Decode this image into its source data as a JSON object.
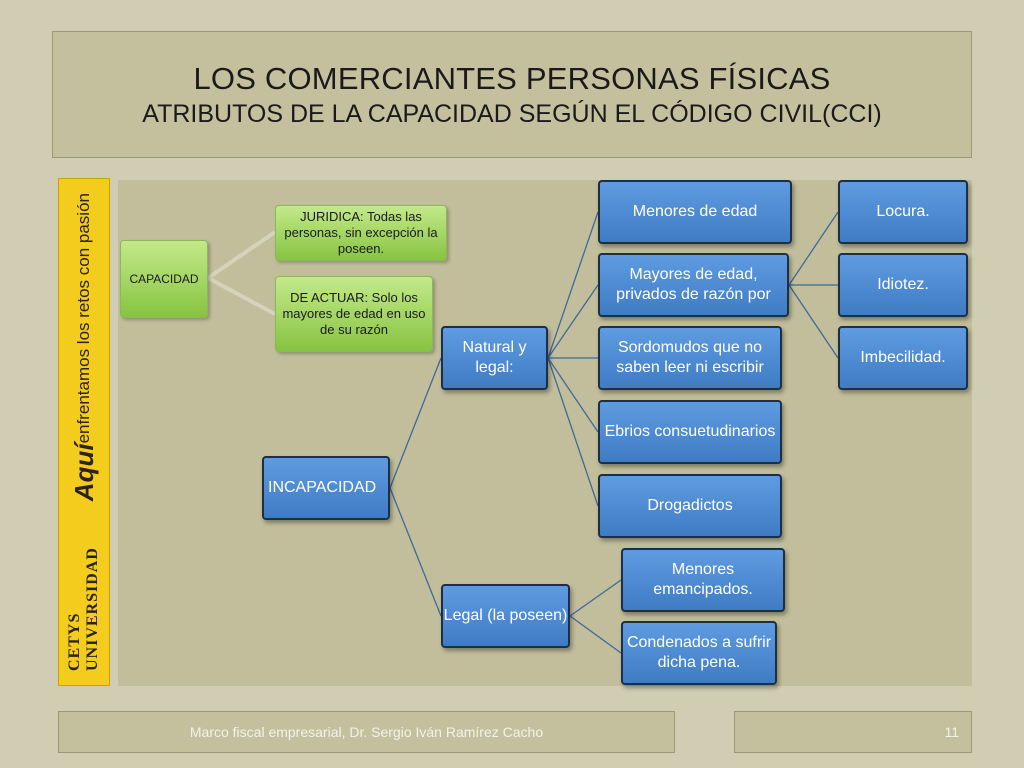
{
  "slide": {
    "title": "LOS COMERCIANTES PERSONAS FÍSICAS",
    "subtitle": "ATRIBUTOS DE LA CAPACIDAD SEGÚN EL CÓDIGO CIVIL(CCI)"
  },
  "banner": {
    "logo": "CETYS UNIVERSIDAD",
    "aqui": "Aquí",
    "slogan": "enfrentamos los retos con pasión"
  },
  "nodes": {
    "capacidad": "CAPACIDAD",
    "juridica": "JURIDICA:  Todas las personas, sin excepción la poseen.",
    "de_actuar": "DE ACTUAR: Solo los mayores de edad en uso de su razón",
    "incapacidad": "INCAPACIDAD",
    "natural_legal": "Natural y legal:",
    "legal_poseen": "Legal (la poseen)",
    "menores_edad": "Menores de edad",
    "mayores_edad": "Mayores de edad, privados de razón por",
    "sordomudos": "Sordomudos que no saben leer ni escribir",
    "ebrios": "Ebrios consuetudinarios",
    "drogadictos": "Drogadictos",
    "menores_emancipados": "Menores emancipados.",
    "condenados": "Condenados a sufrir dicha pena.",
    "locura": "Locura.",
    "idiotez": "Idiotez.",
    "imbecilidad": "Imbecilidad."
  },
  "footer": {
    "text": "Marco fiscal empresarial, Dr. Sergio Iván Ramírez Cacho",
    "page_number": "11"
  },
  "colors": {
    "background": "#d1cdb3",
    "panel": "#c2be9b",
    "node_blue": "#4f8cd6",
    "node_green": "#9fd45c",
    "connector": "#3e6a9a",
    "banner": "#f3cc1e"
  }
}
